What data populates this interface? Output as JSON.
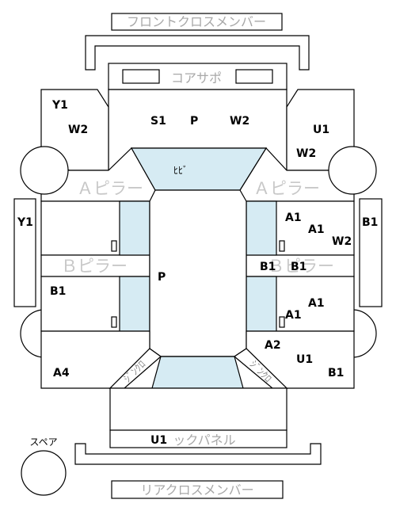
{
  "labels": {
    "front_cross_member": "フロントクロスメンバー",
    "core_support": "コアサポ",
    "a_pillar_left": "Ａピラー",
    "a_pillar_right": "Ａピラー",
    "b_pillar_left": "Ｂピラー",
    "b_pillar_right": "Ｂピラー",
    "roof_text": "ﾋﾋﾞ",
    "back_panel": "ックパネル",
    "rear_cross_member": "リアクロスメンバー",
    "spare": "スペア",
    "quarter_left": "ｼﾞﾝｸﾛ",
    "quarter_right": "ｼﾞﾝｸﾛ"
  },
  "codes": {
    "front_left_y1": "Y1",
    "front_left_w2": "W2",
    "front_s1": "S1",
    "front_p": "P",
    "front_w2": "W2",
    "front_right_u1": "U1",
    "front_right_w2": "W2",
    "left_door_y1": "Y1",
    "right_door_b1": "B1",
    "right_front_a1_upper": "A1",
    "right_front_a1_lower": "A1",
    "right_front_w2": "W2",
    "b_pillar_right_b1_a": "B1",
    "b_pillar_right_b1_b": "B1",
    "center_p": "P",
    "left_rear_b1": "B1",
    "right_rear_a1_upper": "A1",
    "right_rear_a1_lower": "A1",
    "rear_right_a2": "A2",
    "rear_right_u1": "U1",
    "rear_right_b1": "B1",
    "rear_left_a4": "A4",
    "rear_u1": "U1"
  }
}
